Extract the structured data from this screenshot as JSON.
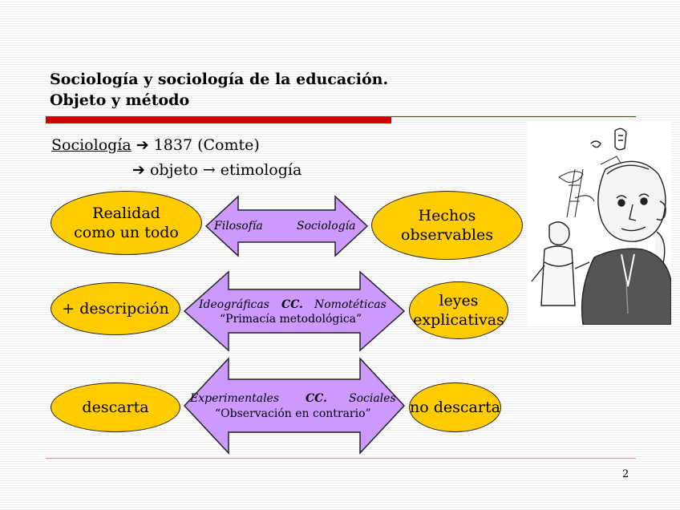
{
  "slide": {
    "title_line1": "Sociología y sociología de la educación.",
    "title_line2": "Objeto y método",
    "line1_underlined": "Sociología",
    "line1_arrow": "➔",
    "line1_rest": "1837 (Comte)",
    "line2_arrow1": "➔",
    "line2_mid": "objeto",
    "line2_arrow2": "→",
    "line2_end": "etimología",
    "page_number": "2"
  },
  "rows": [
    {
      "left_line1": "Realidad",
      "left_line2": "como un todo",
      "arrow_left": "Filosofía",
      "arrow_right": "Sociología",
      "right_line1": "Hechos",
      "right_line2": "observables"
    },
    {
      "left": "+ descripción",
      "arrow_left": "Ideográficas",
      "arrow_mid": "CC.",
      "arrow_right": "Nomotéticas",
      "arrow_sub": "“Primacía metodológica”",
      "right_line1": "leyes",
      "right_line2": "explicativas"
    },
    {
      "left": "descarta",
      "arrow_left": "Experimentales",
      "arrow_mid": "CC.",
      "arrow_right": "Sociales",
      "arrow_sub": "“Observación en contrario”",
      "right": "no descarta"
    }
  ],
  "colors": {
    "accent_red": "#cc0000",
    "ellipse_fill": "#ffcc00",
    "arrow_fill": "#cc99ff"
  }
}
